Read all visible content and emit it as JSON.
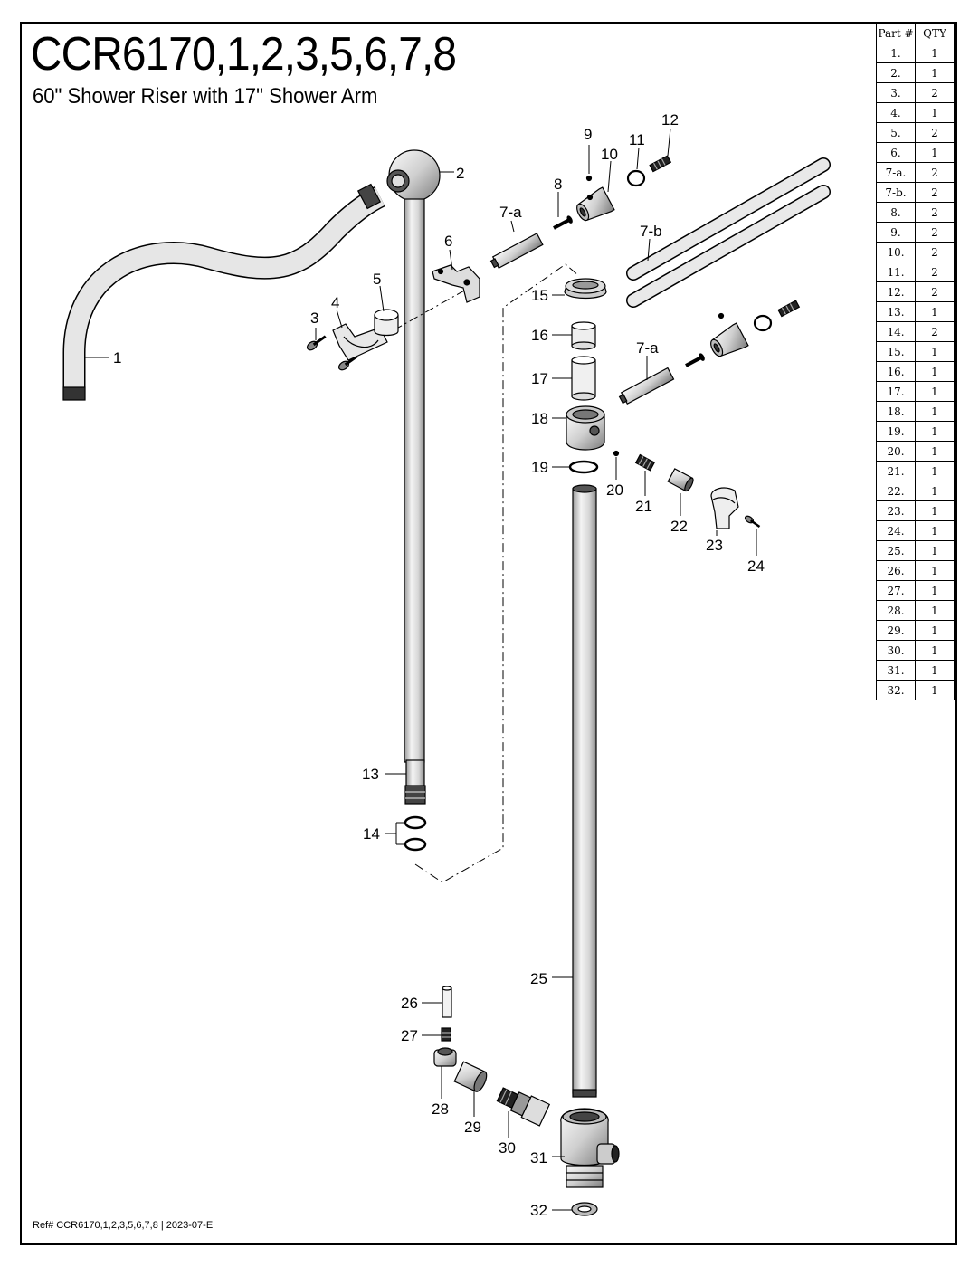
{
  "header": {
    "title": "CCR6170,1,2,3,5,6,7,8",
    "subtitle": "60\" Shower Riser with 17\" Shower Arm"
  },
  "footer": {
    "reference": "Ref# CCR6170,1,2,3,5,6,7,8 | 2023-07-E"
  },
  "parts_table": {
    "headers": [
      "Part #",
      "QTY"
    ],
    "rows": [
      [
        "1.",
        "1"
      ],
      [
        "2.",
        "1"
      ],
      [
        "3.",
        "2"
      ],
      [
        "4.",
        "1"
      ],
      [
        "5.",
        "2"
      ],
      [
        "6.",
        "1"
      ],
      [
        "7-a.",
        "2"
      ],
      [
        "7-b.",
        "2"
      ],
      [
        "8.",
        "2"
      ],
      [
        "9.",
        "2"
      ],
      [
        "10.",
        "2"
      ],
      [
        "11.",
        "2"
      ],
      [
        "12.",
        "2"
      ],
      [
        "13.",
        "1"
      ],
      [
        "14.",
        "2"
      ],
      [
        "15.",
        "1"
      ],
      [
        "16.",
        "1"
      ],
      [
        "17.",
        "1"
      ],
      [
        "18.",
        "1"
      ],
      [
        "19.",
        "1"
      ],
      [
        "20.",
        "1"
      ],
      [
        "21.",
        "1"
      ],
      [
        "22.",
        "1"
      ],
      [
        "23.",
        "1"
      ],
      [
        "24.",
        "1"
      ],
      [
        "25.",
        "1"
      ],
      [
        "26.",
        "1"
      ],
      [
        "27.",
        "1"
      ],
      [
        "28.",
        "1"
      ],
      [
        "29.",
        "1"
      ],
      [
        "30.",
        "1"
      ],
      [
        "31.",
        "1"
      ],
      [
        "32.",
        "1"
      ]
    ]
  },
  "callouts": {
    "c1": "1",
    "c2": "2",
    "c3": "3",
    "c4": "4",
    "c5": "5",
    "c6": "6",
    "c7a_top": "7-a",
    "c7b": "7-b",
    "c7a_mid": "7-a",
    "c8": "8",
    "c9": "9",
    "c10": "10",
    "c11": "11",
    "c12": "12",
    "c13": "13",
    "c14": "14",
    "c15": "15",
    "c16": "16",
    "c17": "17",
    "c18": "18",
    "c19": "19",
    "c20": "20",
    "c21": "21",
    "c22": "22",
    "c23": "23",
    "c24": "24",
    "c25": "25",
    "c26": "26",
    "c27": "27",
    "c28": "28",
    "c29": "29",
    "c30": "30",
    "c31": "31",
    "c32": "32"
  }
}
